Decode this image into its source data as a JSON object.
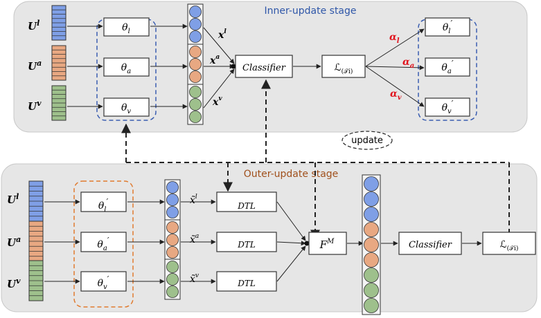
{
  "inner": {
    "title": "Inner-update stage",
    "inputs": [
      {
        "base": "U",
        "sup": "l",
        "color": "#7f9fe6"
      },
      {
        "base": "U",
        "sup": "a",
        "color": "#e8a882"
      },
      {
        "base": "U",
        "sup": "v",
        "color": "#9ec08c"
      }
    ],
    "params": [
      {
        "base": "θ",
        "sub": "l"
      },
      {
        "base": "θ",
        "sub": "a"
      },
      {
        "base": "θ",
        "sub": "v"
      }
    ],
    "features": [
      {
        "base": "x",
        "sup": "l"
      },
      {
        "base": "x",
        "sup": "a"
      },
      {
        "base": "x",
        "sup": "v"
      }
    ],
    "classifier": "Classifier",
    "loss": {
      "base": "ℒ",
      "sub": "(𝒯i)"
    },
    "rates": [
      {
        "base": "α",
        "sub": "l"
      },
      {
        "base": "α",
        "sub": "a"
      },
      {
        "base": "α",
        "sub": "v"
      }
    ],
    "updated": [
      {
        "base": "θ",
        "sub": "l",
        "prime": "′"
      },
      {
        "base": "θ",
        "sub": "a",
        "prime": "′"
      },
      {
        "base": "θ",
        "sub": "v",
        "prime": "′"
      }
    ]
  },
  "update_label": "update",
  "outer": {
    "title": "Outer-update stage",
    "inputs": [
      {
        "base": "U",
        "sup": "l",
        "color": "#7f9fe6"
      },
      {
        "base": "U",
        "sup": "a",
        "color": "#e8a882"
      },
      {
        "base": "U",
        "sup": "v",
        "color": "#9ec08c"
      }
    ],
    "params": [
      {
        "base": "θ",
        "sub": "l",
        "prime": "′"
      },
      {
        "base": "θ",
        "sub": "a",
        "prime": "′"
      },
      {
        "base": "θ",
        "sub": "v",
        "prime": "′"
      }
    ],
    "features": [
      {
        "base": "x̃",
        "sup": "l"
      },
      {
        "base": "x̃",
        "sup": "a"
      },
      {
        "base": "x̃",
        "sup": "v"
      }
    ],
    "dtl": [
      "DTL",
      "DTL",
      "DTL"
    ],
    "fusion": {
      "base": "F",
      "sup": "M"
    },
    "classifier": "Classifier",
    "loss": {
      "base": "ℒ",
      "sub": "(𝒯i)"
    }
  },
  "colors": {
    "blue": "#7f9fe6",
    "orange": "#e8a882",
    "green": "#9ec08c",
    "inner_title": "#2e56a8",
    "outer_title": "#a0501c",
    "rate": "#e0141e",
    "inner_dash": "#3a5db0",
    "outer_dash": "#e07a2e",
    "panel": "#e6e6e6"
  }
}
